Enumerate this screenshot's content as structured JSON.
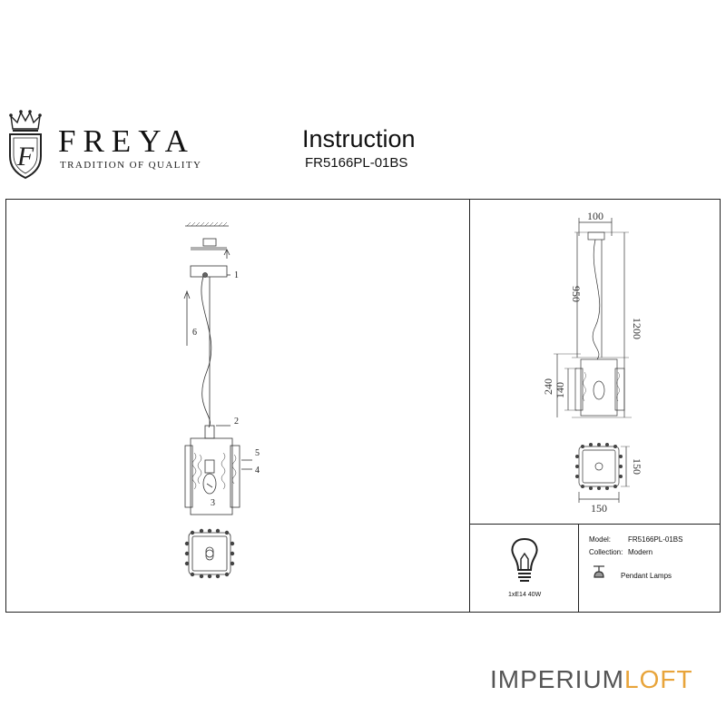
{
  "header": {
    "brand": "FREYA",
    "tagline": "TRADITION OF QUALITY",
    "logo_monogram": "F",
    "title": "Instruction",
    "model_code": "FR5166PL-01BS"
  },
  "assembly": {
    "callouts": [
      "1",
      "2",
      "3",
      "4",
      "5",
      "6"
    ]
  },
  "dimensions": {
    "top_width": "100",
    "cord_length": "950",
    "total_height": "1200",
    "shade_height": "240",
    "inner_height": "140",
    "base_depth": "150",
    "base_width": "150"
  },
  "info": {
    "bulb_spec": "1xE14 40W",
    "model_label": "Model:",
    "model_value": "FR5166PL-01BS",
    "collection_label": "Collection:",
    "collection_value": "Modern",
    "type_label": "Pendant Lamps",
    "icon": "pendant-lamp-icon"
  },
  "watermark": {
    "part1": "IMPERIUM",
    "part2": "LOFT",
    "accent_color": "#e8a43a"
  }
}
